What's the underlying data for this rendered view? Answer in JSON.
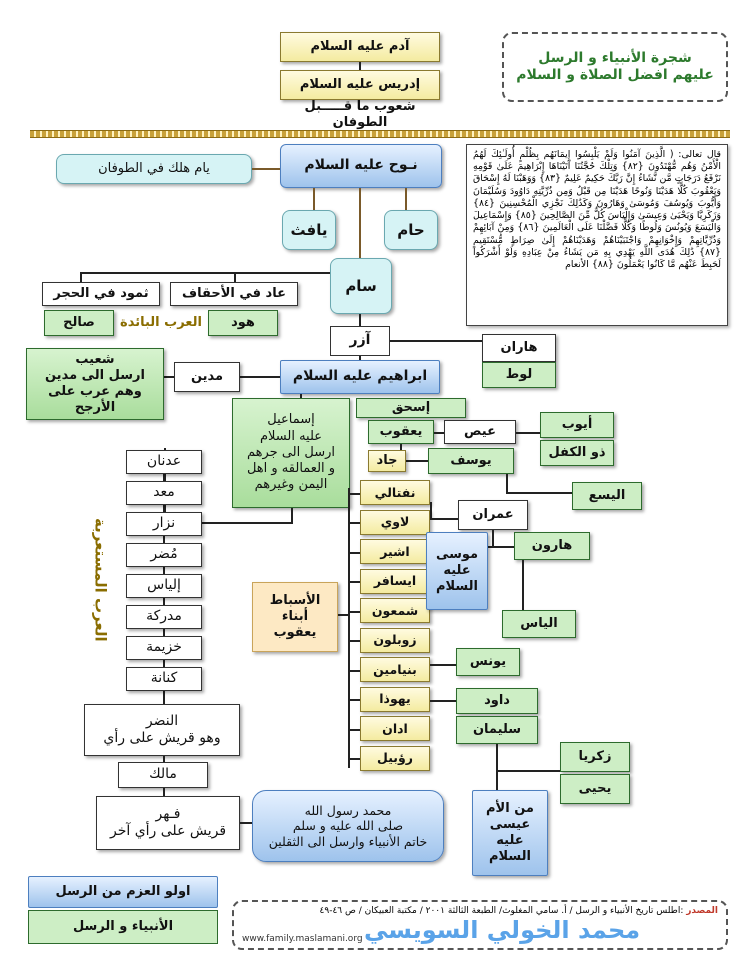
{
  "title": {
    "line1": "شجرة الأنبياء و الرسل",
    "line2": "عليهم افضل الصلاة و السلام"
  },
  "top": {
    "adam": "آدم عليه السلام",
    "idris": "إدريس عليه السلام",
    "pre_flood": "شعوب ما قـــــبل الطوفان"
  },
  "flood": {
    "nuh": "نـوح عليه السلام",
    "yam": "يام هلك في الطوفان",
    "ham": "حام",
    "yafith": "يافث",
    "sam": "سام"
  },
  "quran_text": "قال تعالى: ( الَّذِينَ آمَنُوا وَلَمْ يَلْبِسُوا إِيمَانَهُم بِظُلْمٍ أُولَـٰئِكَ لَهُمُ الْأَمْنُ وَهُم مُّهْتَدُونَ {٨٢} وَتِلْكَ حُجَّتُنَا آتَيْنَاهَا إِبْرَاهِيمَ عَلَىٰ قَوْمِهِ نَرْفَعُ دَرَجَاتٍ مَّن نَّشَاءُ إِنَّ رَبَّكَ حَكِيمٌ عَلِيمٌ {٨٣} وَوَهَبْنَا لَهُ إِسْحَاقَ وَيَعْقُوبَ كُلًّا هَدَيْنَا وَنُوحًا هَدَيْنَا مِن قَبْلُ وَمِن ذُرِّيَّتِهِ دَاوُودَ وَسُلَيْمَانَ وَأَيُّوبَ وَيُوسُفَ وَمُوسَىٰ وَهَارُونَ وَكَذَٰلِكَ نَجْزِي الْمُحْسِنِينَ {٨٤} وَزَكَرِيَّا وَيَحْيَىٰ وَعِيسَىٰ وَإِلْيَاسَ كُلٌّ مِّنَ الصَّالِحِينَ {٨٥} وَإِسْمَاعِيلَ وَالْيَسَعَ وَيُونُسَ وَلُوطًا وَكُلًّا فَضَّلْنَا عَلَى الْعَالَمِينَ {٨٦} وَمِنْ آبَائِهِمْ وَذُرِّيَّاتِهِمْ وَإِخْوَانِهِمْ وَاجْتَبَيْنَاهُمْ وَهَدَيْنَاهُمْ إِلَىٰ صِرَاطٍ مُّسْتَقِيمٍ {٨٧} ذَٰلِكَ هُدَى اللَّهِ يَهْدِي بِهِ مَن يَشَاءُ مِنْ عِبَادِهِ وَلَوْ أَشْرَكُوا لَحَبِطَ عَنْهُم مَّا كَانُوا يَعْمَلُونَ {٨٨} الأنعام",
  "extinct": {
    "thamud": "ثمود في الحجر",
    "aad": "عاد في الأحقاف",
    "salih": "صالح",
    "hud": "هود",
    "label": "العرب البائدة"
  },
  "ibrahim_line": {
    "azar": "آزر",
    "haran": "هاران",
    "lut": "لوط",
    "ibrahim": "ابراهيم عليه السلام",
    "madyan": "مدين",
    "shuaib": "شعيب\nارسل الى مدين\nوهم عرب على الأرجح",
    "ismail": "إسماعيل\nعليه السلام\nارسل الى جرهم\nو العمالقه و اهل\nاليمن وغيرهم",
    "ishaq": "إسحق",
    "yaqub": "يعقوب",
    "ais": "عيص",
    "ayyub": "أيوب",
    "dhul_kifl": "ذو الكفل",
    "yusuf": "يوسف",
    "jad": "جاد",
    "alyasa": "اليسع"
  },
  "asbat": {
    "label": "الأسباط\nأبناء\nيعقوب",
    "sons": [
      "نفتالي",
      "لاوي",
      "اشير",
      "ايسافر",
      "شمعون",
      "زوبلون",
      "بنيامين",
      "يهوذا",
      "ادان",
      "رؤبيل"
    ]
  },
  "musa_line": {
    "imran": "عمران",
    "musa": "موسى\nعليه\nالسلام",
    "harun": "هارون",
    "ilyas": "الياس",
    "yunus": "يونس",
    "dawud": "داود",
    "sulayman": "سليمان",
    "zakariya": "زكريا",
    "yahya": "يحيى",
    "isa": "من الأم\nعيسى\nعليه\nالسلام"
  },
  "arabized": {
    "label": "العرب المستعربة",
    "chain": [
      "عدنان",
      "معد",
      "نزار",
      "مُضر",
      "إلياس",
      "مدركة",
      "خزيمة",
      "كنانة"
    ],
    "nadr": "النضر\nوهو قريش على رأي",
    "malik": "مالك",
    "fihr": "فـهر\nقريش على رأي آخر",
    "muhammad": "محمد رسول الله\nصلى الله عليه و سلم\nخاتم الأنبياء وارسل الى الثقلين"
  },
  "legend": {
    "ulul_azm": "اولو العزم من الرسل",
    "prophets": "الأنبياء و الرسل"
  },
  "source": {
    "label": "المصدر",
    "text": ":اطلس تاريخ الأنبياء و الرسل / أ. سامي المغلوث/ الطبعة الثالثة ٢٠٠١ / مكتبة العبيكان / ص ٤٦-٤٩",
    "url": "www.family.maslamani.org",
    "author": "محمد الخولي السويسي"
  },
  "colors": {
    "blue_box": "#9ec3ec",
    "yellow_box": "#f4eba0",
    "green_box": "#cdeec5",
    "divider": "#c9a23a"
  }
}
